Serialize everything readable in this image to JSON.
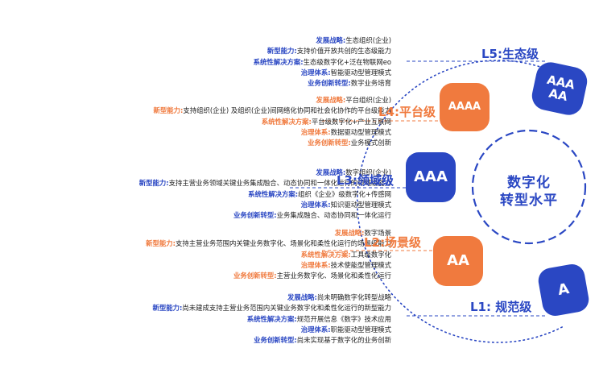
{
  "center_title": "数字化\n转型水平",
  "levels": [
    {
      "name": "L5:生态级",
      "badge": "AAA\nAA",
      "color": "#2a47c3",
      "rows": [
        {
          "k": "发展战略:",
          "v": "生态组织(企业)"
        },
        {
          "k": "新型能力:",
          "v": "支持价值开放共创的生态级能力"
        },
        {
          "k": "系统性解决方案:",
          "v": "生态级数字化+泛在物联网eo"
        },
        {
          "k": "治理体系:",
          "v": "智能驱动型管理模式"
        },
        {
          "k": "业务创新转型:",
          "v": "数字业务培育"
        }
      ]
    },
    {
      "name": "L4:平台级",
      "badge": "AAAA",
      "color": "#f07a3e",
      "rows": [
        {
          "k": "发展战略:",
          "v": "平台组织(企业)"
        },
        {
          "k": "新型能力:",
          "v": "支持组织(企业) 及组织(企业)间网络化协同和社会化协作的平台级能力"
        },
        {
          "k": "系统性解决方案:",
          "v": "平台级数字化+产业互联网"
        },
        {
          "k": "治理体系:",
          "v": "数据驱动型管理模式"
        },
        {
          "k": "业务创新转型:",
          "v": "业务模式创新"
        }
      ]
    },
    {
      "name": "L3:领域级",
      "badge": "AAA",
      "color": "#2a47c3",
      "rows": [
        {
          "k": "发展战略:",
          "v": "数字组织(企业)"
        },
        {
          "k": "新型能力:",
          "v": "支持主营业务领域关键业务集成融合、动态协同和一体化运行的领域级能力"
        },
        {
          "k": "系统性解决方案:",
          "v": "组织《企业》级数字化+传感网"
        },
        {
          "k": "治理体系:",
          "v": "知识驱动型管理模式"
        },
        {
          "k": "业务创新转型:",
          "v": "业务集成融合、动态协同和一体化运行"
        }
      ]
    },
    {
      "name": "L2:场景级",
      "badge": "AA",
      "color": "#f07a3e",
      "rows": [
        {
          "k": "发展战略:",
          "v": "数字场景"
        },
        {
          "k": "新型能力:",
          "v": "支持主营业务范围内关键业务数字化、场景化和柔性化运行的场景级能力"
        },
        {
          "k": "系统性解决方案:",
          "v": "工具级数字化"
        },
        {
          "k": "治理体系:",
          "v": "技术使能型管理模式"
        },
        {
          "k": "业务创新转型:",
          "v": "主营业务数字化、场景化和柔性化运行"
        }
      ]
    },
    {
      "name": "L1: 规范级",
      "badge": "A",
      "color": "#2a47c3",
      "rows": [
        {
          "k": "发展战略:",
          "v": "尚未明确数字化转型战略"
        },
        {
          "k": "新型能力:",
          "v": "尚未建成支持主营业务范围内关键业务数字化和柔性化运行的新型能力"
        },
        {
          "k": "系统性解决方案:",
          "v": "规范开展信息《数字》技术应用"
        },
        {
          "k": "治理体系:",
          "v": "职能驱动型管理模式"
        },
        {
          "k": "业务创新转型:",
          "v": "尚未实现基于数字化的业务创新"
        }
      ]
    }
  ]
}
